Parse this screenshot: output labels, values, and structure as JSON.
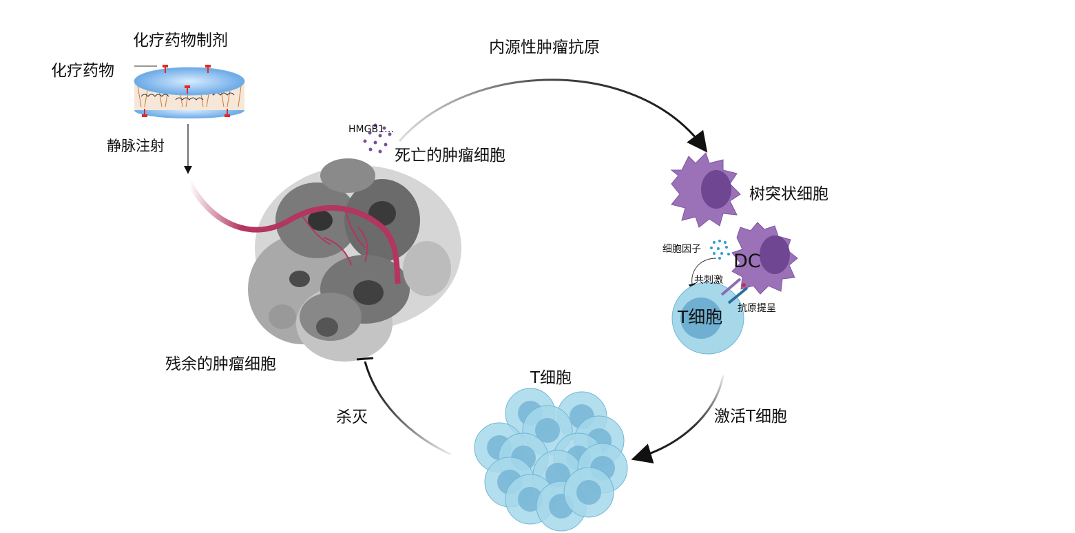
{
  "labels": {
    "formulation": "化疗药物制剂",
    "drug": "化疗药物",
    "iv_injection": "静脉注射",
    "hmgb1": "HMGB1…",
    "dead_tumor": "死亡的肿瘤细胞",
    "endogenous_antigen": "内源性肿瘤抗原",
    "dendritic_cell": "树突状细胞",
    "cytokine": "细胞因子",
    "dc": "DC",
    "costimulation": "共刺激",
    "antigen_presentation": "抗原提呈",
    "t_cell_single": "T细胞",
    "activate_t": "激活T细胞",
    "t_cell_cluster": "T细胞",
    "kill": "杀灭",
    "residual_tumor": "残余的肿瘤细胞"
  },
  "colors": {
    "vessel": "#b3365f",
    "dc": "#9b72b8",
    "dc_nucleus": "#6e4691",
    "t_cell": "#a6d8ea",
    "t_nucleus": "#6fb0d2",
    "hmgb1_dots": "#7a4f98",
    "cytokine_dots": "#2b9fd0"
  }
}
